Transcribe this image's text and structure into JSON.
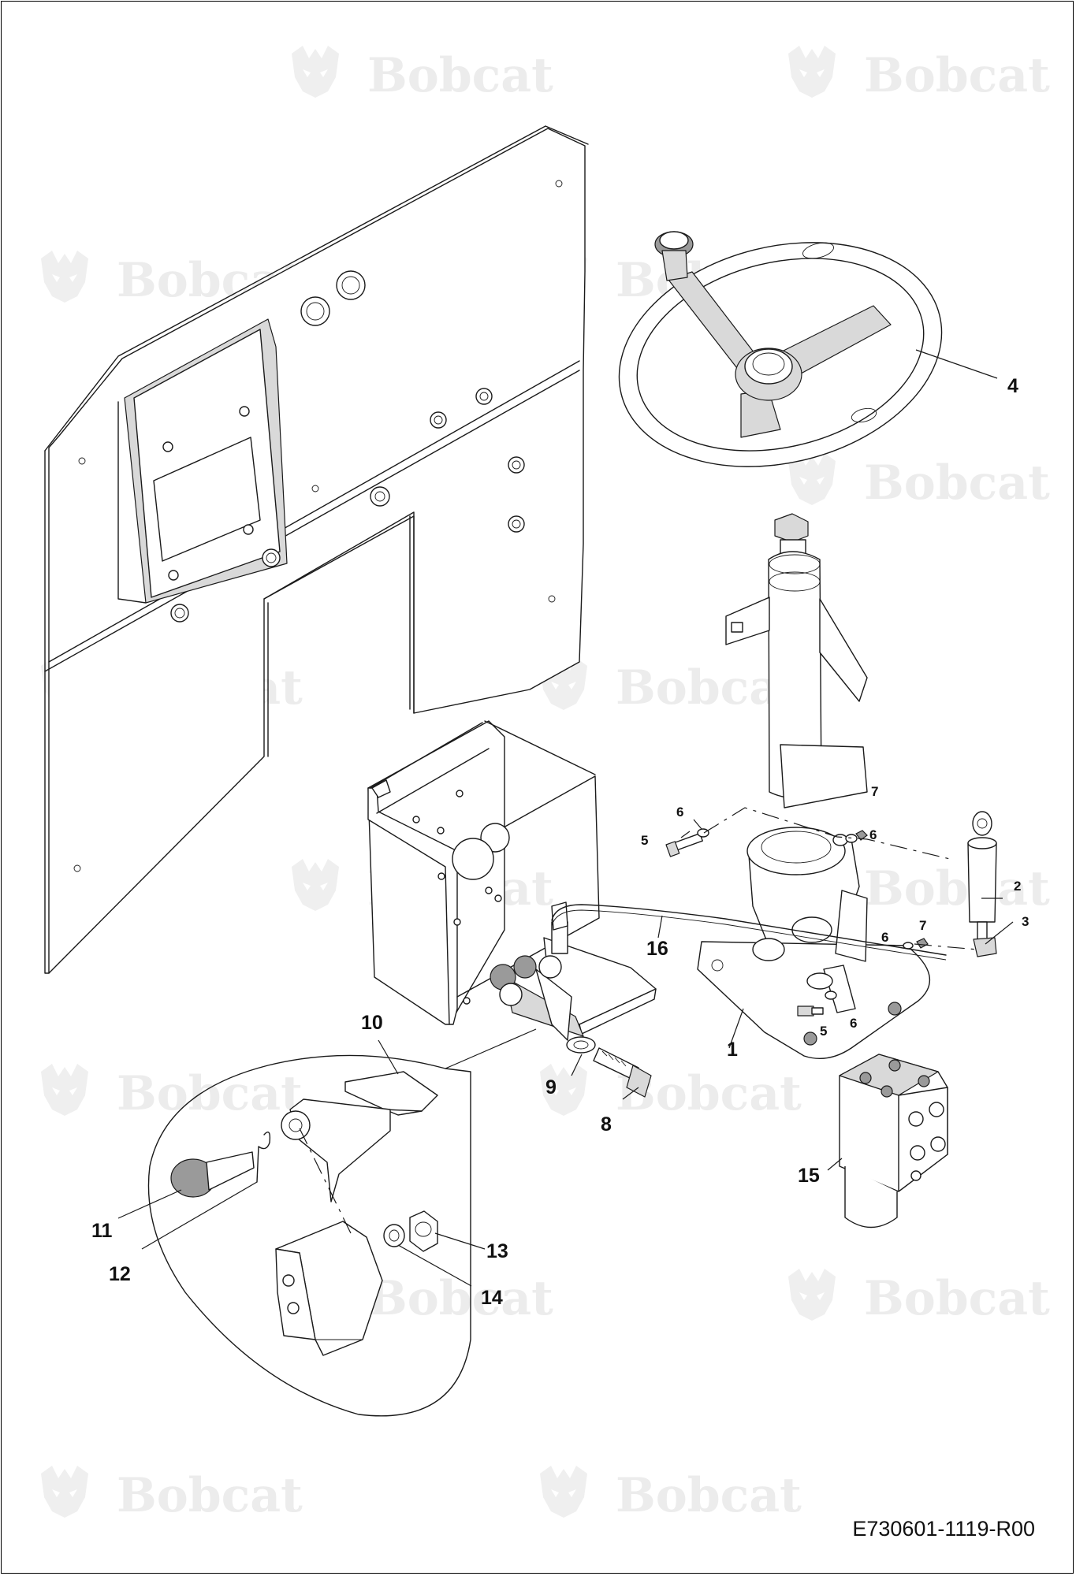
{
  "watermark": {
    "brand": "Bobcat",
    "logo_icon": "bobcat-logo-icon",
    "color": "#ececec"
  },
  "callouts": [
    {
      "id": "1",
      "label": "1"
    },
    {
      "id": "2",
      "label": "2"
    },
    {
      "id": "3",
      "label": "3"
    },
    {
      "id": "4",
      "label": "4"
    },
    {
      "id": "5a",
      "label": "5"
    },
    {
      "id": "5b",
      "label": "5"
    },
    {
      "id": "6a",
      "label": "6"
    },
    {
      "id": "6b",
      "label": "6"
    },
    {
      "id": "6c",
      "label": "6"
    },
    {
      "id": "6d",
      "label": "6"
    },
    {
      "id": "7a",
      "label": "7"
    },
    {
      "id": "7b",
      "label": "7"
    },
    {
      "id": "8",
      "label": "8"
    },
    {
      "id": "9",
      "label": "9"
    },
    {
      "id": "10",
      "label": "10"
    },
    {
      "id": "11",
      "label": "11"
    },
    {
      "id": "12",
      "label": "12"
    },
    {
      "id": "13",
      "label": "13"
    },
    {
      "id": "14",
      "label": "14"
    },
    {
      "id": "15",
      "label": "15"
    },
    {
      "id": "16",
      "label": "16"
    }
  ],
  "document_code": "E730601-1119-R00"
}
